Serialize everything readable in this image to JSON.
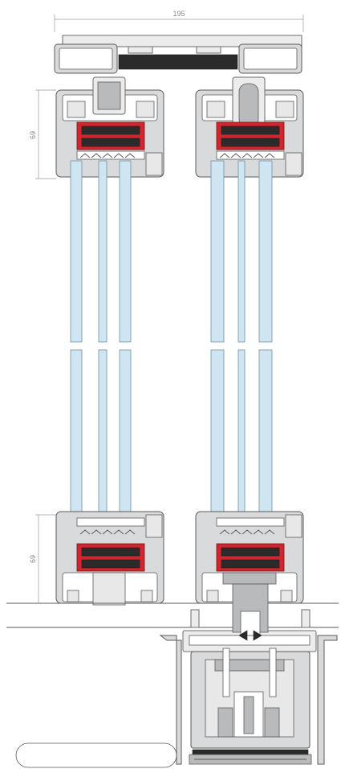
{
  "dimensions": {
    "top_width": "195",
    "upper_height": "69",
    "lower_height": "69"
  },
  "colors": {
    "glass": "#cfe6f2",
    "gasket": "#d2262f",
    "frame": "#d9dadb",
    "dark_seal": "#2b2b2b"
  }
}
